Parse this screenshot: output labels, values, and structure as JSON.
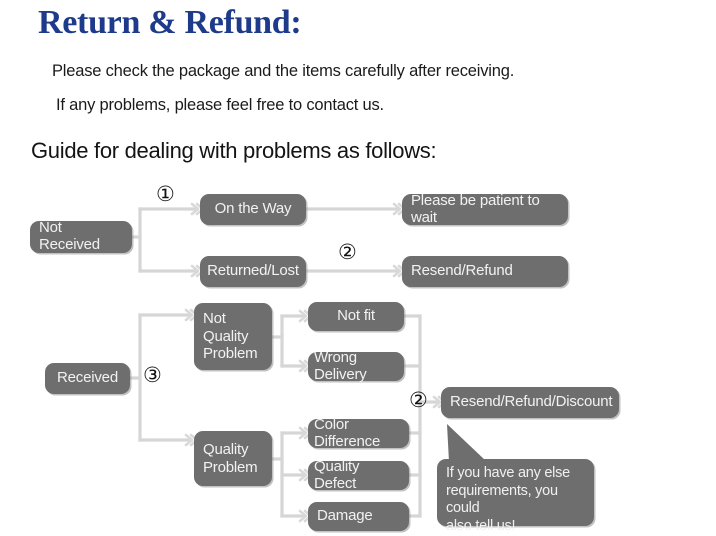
{
  "header": {
    "title": "Return & Refund:",
    "intro_line_1": "Please check the package and the items carefully after receiving.",
    "intro_line_2": "If any problems, please feel free to contact us.",
    "guide_heading": "Guide for dealing with problems as follows:"
  },
  "theme": {
    "title_color": "#1e3a8a",
    "node_fill": "#6e6e6e",
    "node_text": "#f2f2f2",
    "connector_color": "#d6d6d6",
    "background": "#ffffff"
  },
  "diagram": {
    "type": "flowchart",
    "nodes": {
      "not_received": "Not Received",
      "on_the_way": "On the Way",
      "returned_lost": "Returned/Lost",
      "please_be_patient": "Please be patient to wait",
      "resend_refund": "Resend/Refund",
      "received": "Received",
      "not_quality_problem": "Not\nQuality\nProblem",
      "quality_problem": "Quality\nProblem",
      "not_fit": "Not fit",
      "wrong_delivery": "Wrong Delivery",
      "color_difference": "Color Difference",
      "quality_defect": "Quality Defect",
      "damage": "Damage",
      "resend_refund_discount": "Resend/Refund/Discount"
    },
    "step_markers": {
      "marker_1": "①",
      "marker_2_top": "②",
      "marker_3": "③",
      "marker_2_bottom": "②"
    },
    "callout": "If you have any else\nrequirements, you could\nalso tell us!",
    "edges": [
      {
        "from": "not_received",
        "to": "on_the_way",
        "marker": "①"
      },
      {
        "from": "not_received",
        "to": "returned_lost",
        "marker": "①"
      },
      {
        "from": "on_the_way",
        "to": "please_be_patient",
        "marker": ""
      },
      {
        "from": "returned_lost",
        "to": "resend_refund",
        "marker": "②"
      },
      {
        "from": "received",
        "to": "not_quality_problem",
        "marker": "③"
      },
      {
        "from": "received",
        "to": "quality_problem",
        "marker": "③"
      },
      {
        "from": "not_quality_problem",
        "to": "not_fit",
        "marker": ""
      },
      {
        "from": "not_quality_problem",
        "to": "wrong_delivery",
        "marker": ""
      },
      {
        "from": "quality_problem",
        "to": "color_difference",
        "marker": ""
      },
      {
        "from": "quality_problem",
        "to": "quality_defect",
        "marker": ""
      },
      {
        "from": "quality_problem",
        "to": "damage",
        "marker": ""
      },
      {
        "from": "not_fit",
        "to": "resend_refund_discount",
        "marker": "②"
      },
      {
        "from": "wrong_delivery",
        "to": "resend_refund_discount",
        "marker": "②"
      },
      {
        "from": "color_difference",
        "to": "resend_refund_discount",
        "marker": "②"
      },
      {
        "from": "quality_defect",
        "to": "resend_refund_discount",
        "marker": "②"
      },
      {
        "from": "damage",
        "to": "resend_refund_discount",
        "marker": "②"
      }
    ]
  }
}
